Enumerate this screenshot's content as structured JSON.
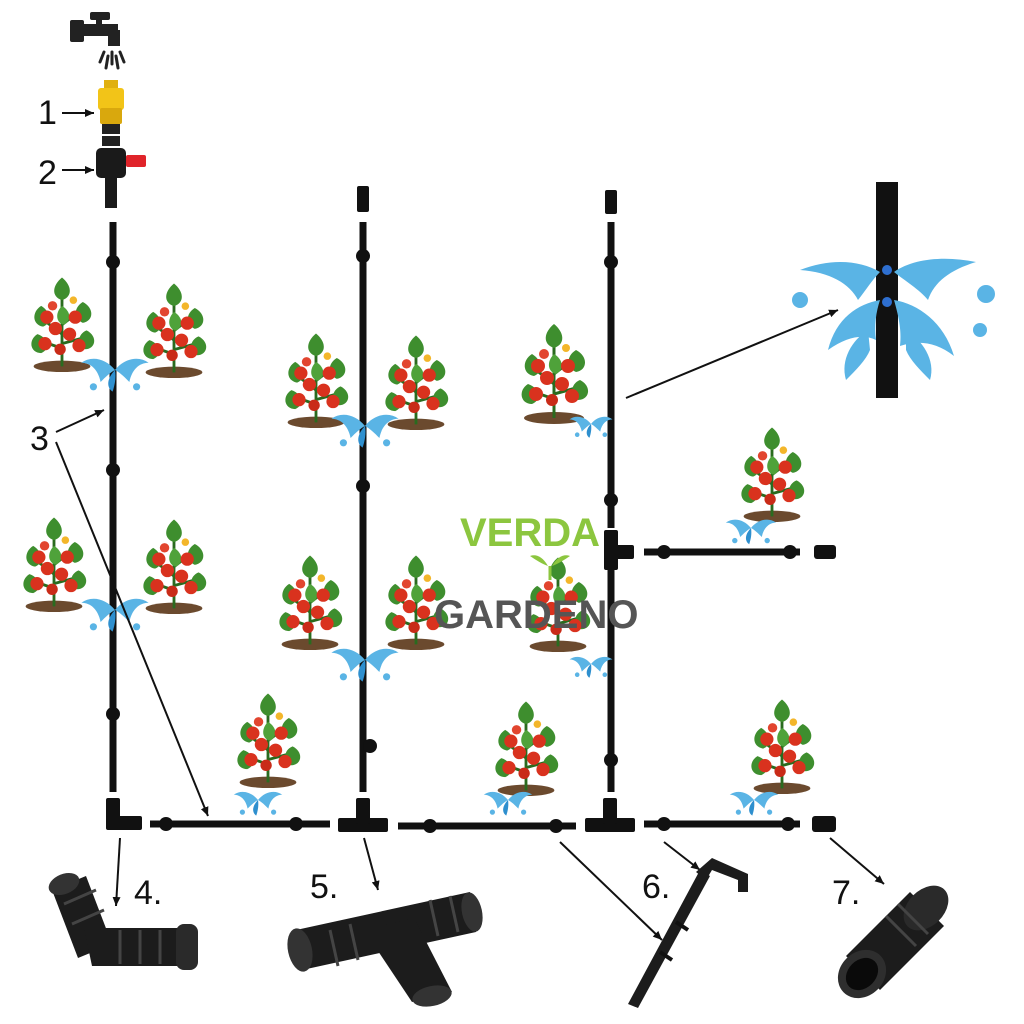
{
  "callouts": {
    "c1": "1",
    "c2": "2",
    "c3": "3",
    "c4": "4.",
    "c5": "5.",
    "c6": "6.",
    "c7": "7."
  },
  "logo": {
    "top": "VERDA",
    "bottom": "GARDENO"
  },
  "colors": {
    "pipe": "#111111",
    "water": "#5ab4e5",
    "water_dark": "#2e8fce",
    "tomato": "#d9321e",
    "leaf": "#3e8e2e",
    "leaf_dark": "#2a6b1f",
    "soil": "#6b4a2e",
    "adapter_yellow": "#f2c418",
    "valve_red": "#e0242a",
    "logo_green": "#8cc63f",
    "logo_gray": "#555555"
  },
  "icons": {
    "tap": "faucet-icon",
    "adapter": "tap-adapter-icon",
    "valve": "ball-valve-icon",
    "elbow": "elbow-connector-icon",
    "tee": "tee-connector-icon",
    "stake": "ground-stake-icon",
    "end_plug": "end-plug-icon",
    "plant": "tomato-plant-icon",
    "water_splash": "water-splash-icon",
    "dripper_detail": "dripper-detail-icon"
  }
}
